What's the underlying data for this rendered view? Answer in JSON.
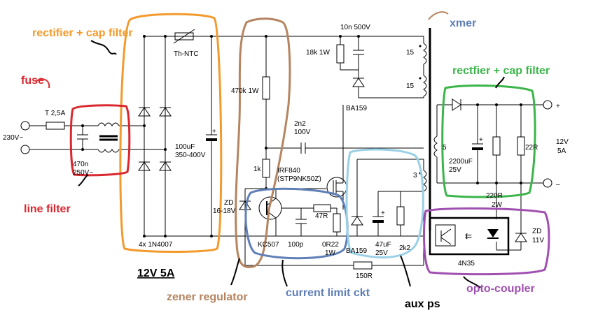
{
  "diagram": {
    "title": "12V 5A",
    "colors": {
      "orange": "#f39a2d",
      "brown": "#b58460",
      "red": "#d9282f",
      "blue": "#5f7fb7",
      "lightblue": "#9ad0e6",
      "green": "#3bb54a",
      "purple": "#a050b0"
    },
    "annotations": {
      "rectifier_primary": "rectifier + cap filter",
      "fuse": "fuse",
      "line_filter": "line filter",
      "zener_regulator": "zener regulator",
      "current_limit": "current limit ckt",
      "aux_ps": "aux ps",
      "xmer": "xmer",
      "rectifier_secondary": "rectfier + cap filter",
      "opto": "opto-coupler"
    },
    "labels": {
      "fuse_value": "T 2,5A",
      "mains": "230V~",
      "x_cap": "470n",
      "x_cap_v": "250V~",
      "ntc": "Th-NTC",
      "bridge": "4x 1N4007",
      "bulk_cap": "100uF",
      "bulk_cap_v": "350-400V",
      "r_start": "470k 1W",
      "r_1k": "1k",
      "zd": "ZD",
      "zd_v": "16-18V",
      "q_bjt": "KC507",
      "c_100p": "100p",
      "r_47": "47R",
      "r_sense": "0R22",
      "r_sense_w": "1W",
      "mosfet": "IRF840",
      "mosfet_alt": "(STP9NK50Z)",
      "c_2n2": "2n2",
      "c_2n2_v": "100V",
      "r_snub": "18k 1W",
      "c_snub": "10n 500V",
      "d_snub": "BA159",
      "d_aux": "BA159",
      "c_aux": "47uF",
      "c_aux_v": "25V",
      "r_2k2": "2k2",
      "r_150": "150R",
      "w_15a": "15",
      "w_15b": "15",
      "w_3": "3",
      "w_5": "5",
      "c_out": "2200uF",
      "c_out_v": "25V",
      "r_22": "22R",
      "r_220": "220R",
      "r_220_w": "2W",
      "zd_out": "ZD",
      "zd_out_v": "11V",
      "opto_part": "4N35",
      "out_plus": "+",
      "out_minus": "–",
      "out_rating": "12V",
      "out_amp": "5A"
    }
  }
}
